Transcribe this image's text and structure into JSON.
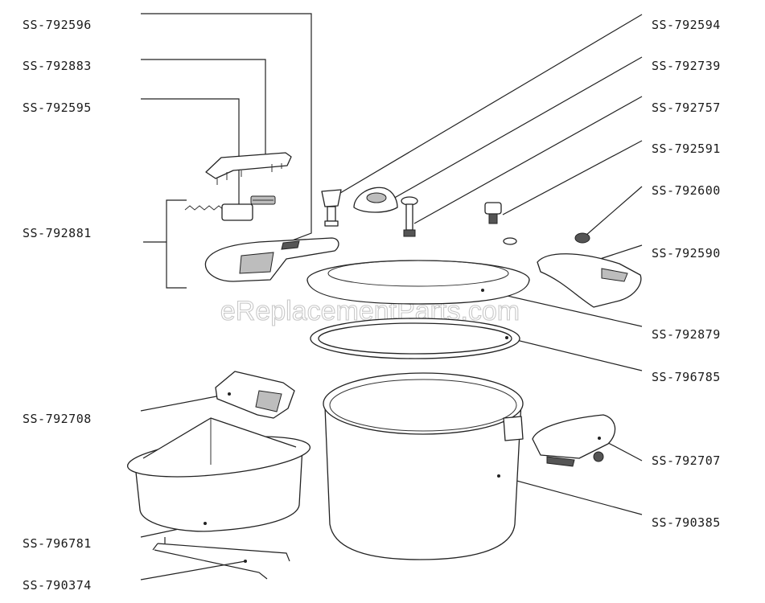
{
  "watermark": "eReplacementParts.com",
  "parts": {
    "p792596": "SS-792596",
    "p792883": "SS-792883",
    "p792595": "SS-792595",
    "p792881": "SS-792881",
    "p792708": "SS-792708",
    "p796781": "SS-796781",
    "p790374": "SS-790374",
    "p792594": "SS-792594",
    "p792739": "SS-792739",
    "p792757": "SS-792757",
    "p792591": "SS-792591",
    "p792600": "SS-792600",
    "p792590": "SS-792590",
    "p792879": "SS-792879",
    "p796785": "SS-796785",
    "p792707": "SS-792707",
    "p790385": "SS-790385"
  }
}
